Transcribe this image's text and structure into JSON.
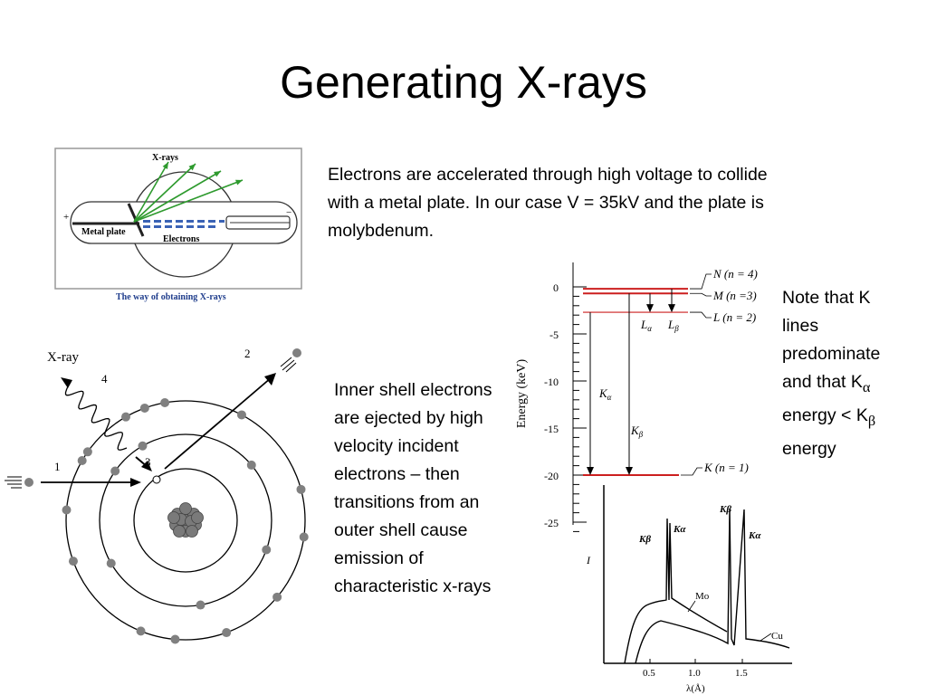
{
  "slide": {
    "title": "Generating X-rays",
    "intro_text": "Electrons are accelerated through high voltage to collide with a metal plate.  In our case V = 35kV and the plate is molybdenum.",
    "inner_shell_text": "Inner shell electrons are ejected by high velocity incident electrons – then transitions from an outer shell cause emission of characteristic x-rays",
    "note": {
      "line1": "Note that K",
      "line2": "lines",
      "line3": "predominate",
      "line4_prefix": "and that K",
      "line4_sub": "α",
      "line5_prefix": "energy < K",
      "line5_sub": "β",
      "line6": "energy"
    }
  },
  "tube_figure": {
    "label_xrays": "X-rays",
    "label_metal_plate": "Metal plate",
    "label_electrons": "Electrons",
    "label_plus": "+",
    "label_minus": "−",
    "caption": "The way of obtaining X-rays",
    "caption_color": "#1f3d8c",
    "arrow_color": "#2e9a2e"
  },
  "atom_figure": {
    "label_xray": "X-ray",
    "label_1": "1",
    "label_2": "2",
    "label_3": "3",
    "label_4": "4"
  },
  "energy_diagram": {
    "ylabel": "Energy (keV)",
    "yticks": [
      "0",
      "-5",
      "-10",
      "-15",
      "-20",
      "-25"
    ],
    "levels": [
      {
        "label": "N (n = 4)",
        "energy": -0.2
      },
      {
        "label": "M (n =3)",
        "energy": -0.7
      },
      {
        "label": "L (n = 2)",
        "energy": -2.7
      },
      {
        "label": "K (n = 1)",
        "energy": -20.0
      }
    ],
    "labels": {
      "La": "L",
      "La_sub": "α",
      "Lb": "L",
      "Lb_sub": "β",
      "Ka": "K",
      "Ka_sub": "α",
      "Kb": "K",
      "Kb_sub": "β"
    },
    "level_color": "#cc1f1f"
  },
  "spectrum": {
    "ylabel": "I",
    "xlabel": "λ(Å)",
    "xticks": [
      "0.5",
      "1.0",
      "1.5"
    ],
    "label_mo": "Mo",
    "label_cu": "Cu",
    "peak_kb_1": "Kβ",
    "peak_ka_1": "Kα",
    "peak_kb_2": "Kβ",
    "peak_ka_2": "Kα"
  }
}
